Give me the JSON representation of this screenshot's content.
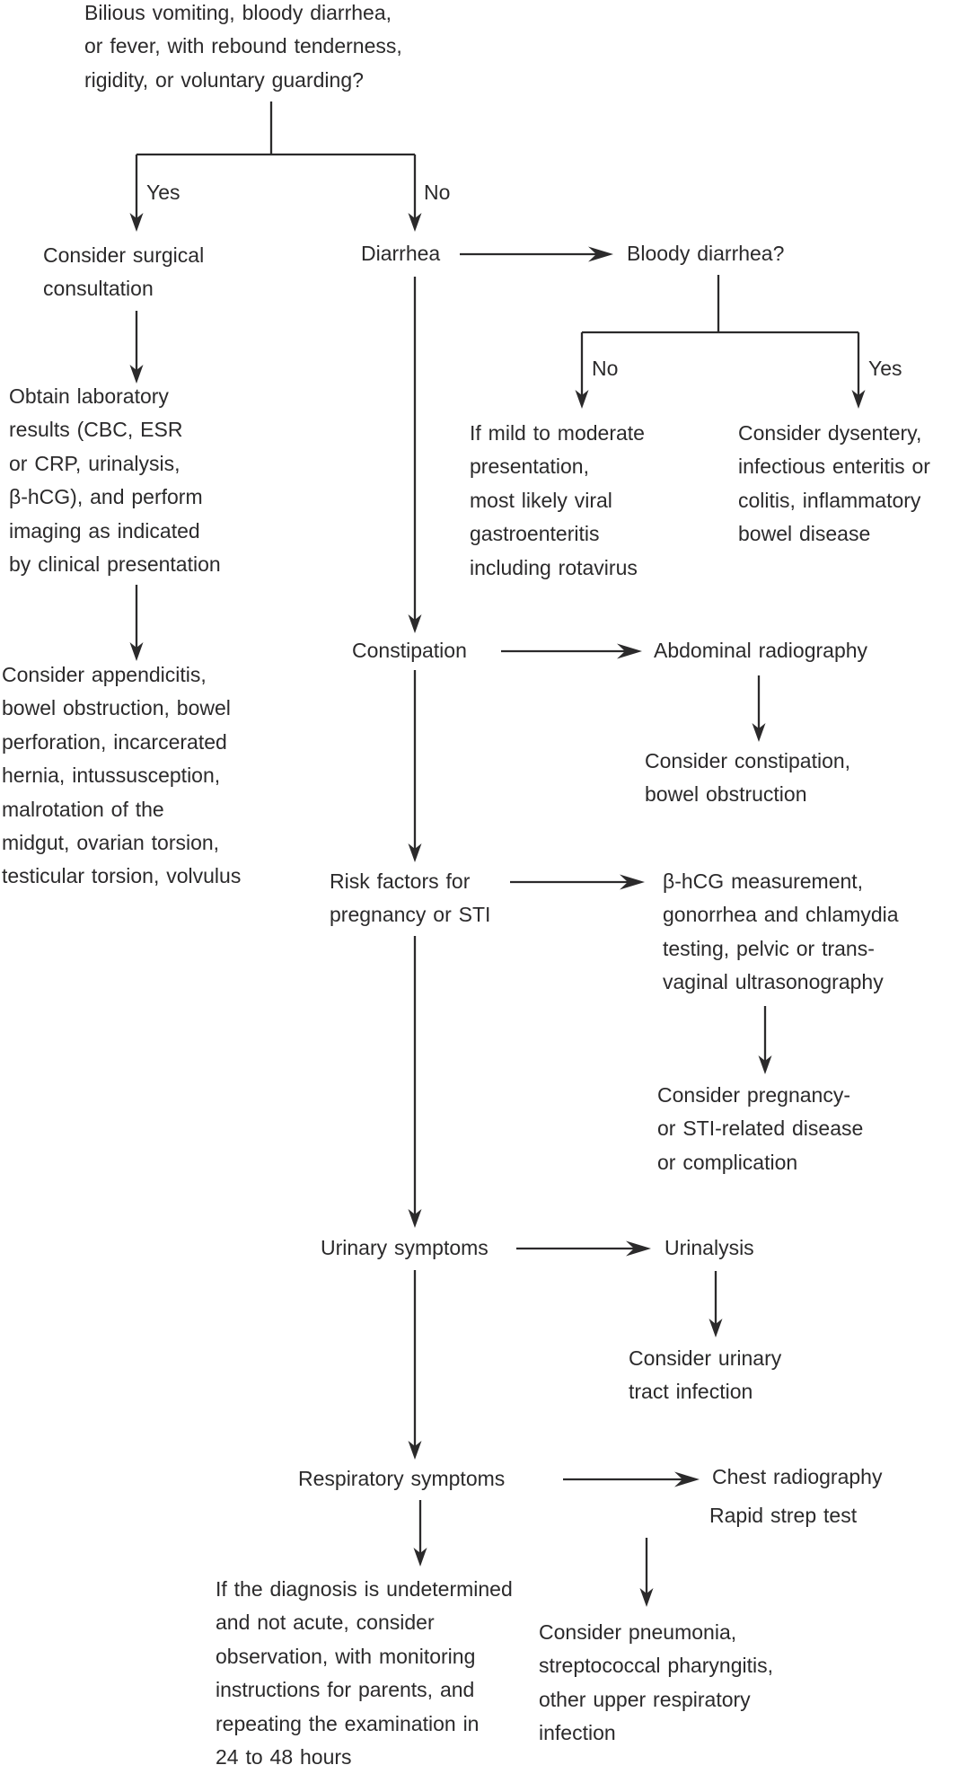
{
  "colors": {
    "background": "#ffffff",
    "text": "#2b2a2b",
    "line": "#2b2a2b"
  },
  "nodes": {
    "root_question": "Bilious vomiting, bloody diarrhea,\nor fever, with rebound tenderness,\nrigidity, or voluntary guarding?",
    "consider_surgical": "Consider surgical\nconsultation",
    "obtain_lab": "Obtain laboratory\nresults (CBC, ESR\nor CRP, urinalysis,\nβ-hCG), and perform\nimaging as indicated\nby clinical presentation",
    "consider_appendicitis": "Consider appendicitis,\nbowel obstruction, bowel\nperforation, incarcerated\nhernia, intussusception,\nmalrotation of the\nmidgut, ovarian torsion,\ntesticular torsion, volvulus",
    "diarrhea": "Diarrhea",
    "bloody_diarrhea": "Bloody diarrhea?",
    "if_mild": "If mild to moderate\npresentation,\nmost likely viral\ngastroenteritis\nincluding rotavirus",
    "consider_dysentery": "Consider dysentery,\ninfectious enteritis or\ncolitis, inflammatory\nbowel disease",
    "constipation": "Constipation",
    "abdominal_radiography": "Abdominal radiography",
    "consider_constipation": "Consider constipation,\nbowel obstruction",
    "risk_factors": "Risk factors for\npregnancy or STI",
    "bhcg_workup": "β-hCG measurement,\ngonorrhea and chlamydia\ntesting, pelvic or trans-\nvaginal ultrasonography",
    "consider_pregnancy": "Consider pregnancy-\nor STI-related disease\nor complication",
    "urinary_symptoms": "Urinary symptoms",
    "urinalysis": "Urinalysis",
    "consider_urinary": "Consider urinary\ntract infection",
    "respiratory_symptoms": "Respiratory symptoms",
    "chest_radiography": "Chest radiography",
    "rapid_strep": "Rapid strep test",
    "if_diagnosis_undetermined": "If the diagnosis is undetermined\nand not acute, consider\nobservation, with monitoring\ninstructions for parents, and\nrepeating the examination in\n24 to 48 hours",
    "consider_pneumonia": "Consider pneumonia,\nstreptococcal pharyngitis,\nother upper respiratory\ninfection"
  },
  "branch_labels": {
    "yes_left": "Yes",
    "no_right": "No",
    "no_inner": "No",
    "yes_inner": "Yes"
  }
}
